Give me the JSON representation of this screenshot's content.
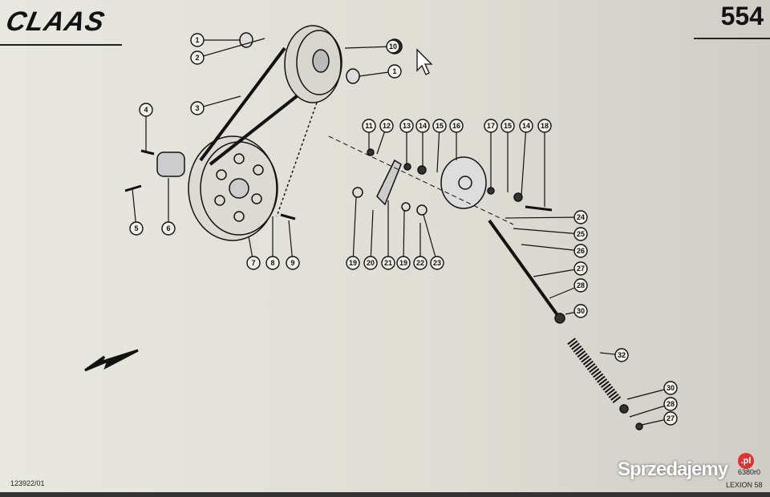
{
  "header": {
    "logo": "CLAAS",
    "page_number": "554"
  },
  "footer": {
    "drawing_code": "123922/01",
    "reference": "6380r0",
    "model": "LEXION 58"
  },
  "watermark": {
    "text": "Sprzedajemy",
    "badge": ".pl"
  },
  "callouts": [
    "1",
    "2",
    "3",
    "4",
    "5",
    "6",
    "7",
    "8",
    "9",
    "10",
    "1",
    "11",
    "12",
    "13",
    "14",
    "15",
    "16",
    "17",
    "15",
    "14",
    "18",
    "19",
    "20",
    "21",
    "19",
    "22",
    "23",
    "24",
    "25",
    "26",
    "27",
    "28",
    "30",
    "32",
    "30",
    "28",
    "27"
  ]
}
